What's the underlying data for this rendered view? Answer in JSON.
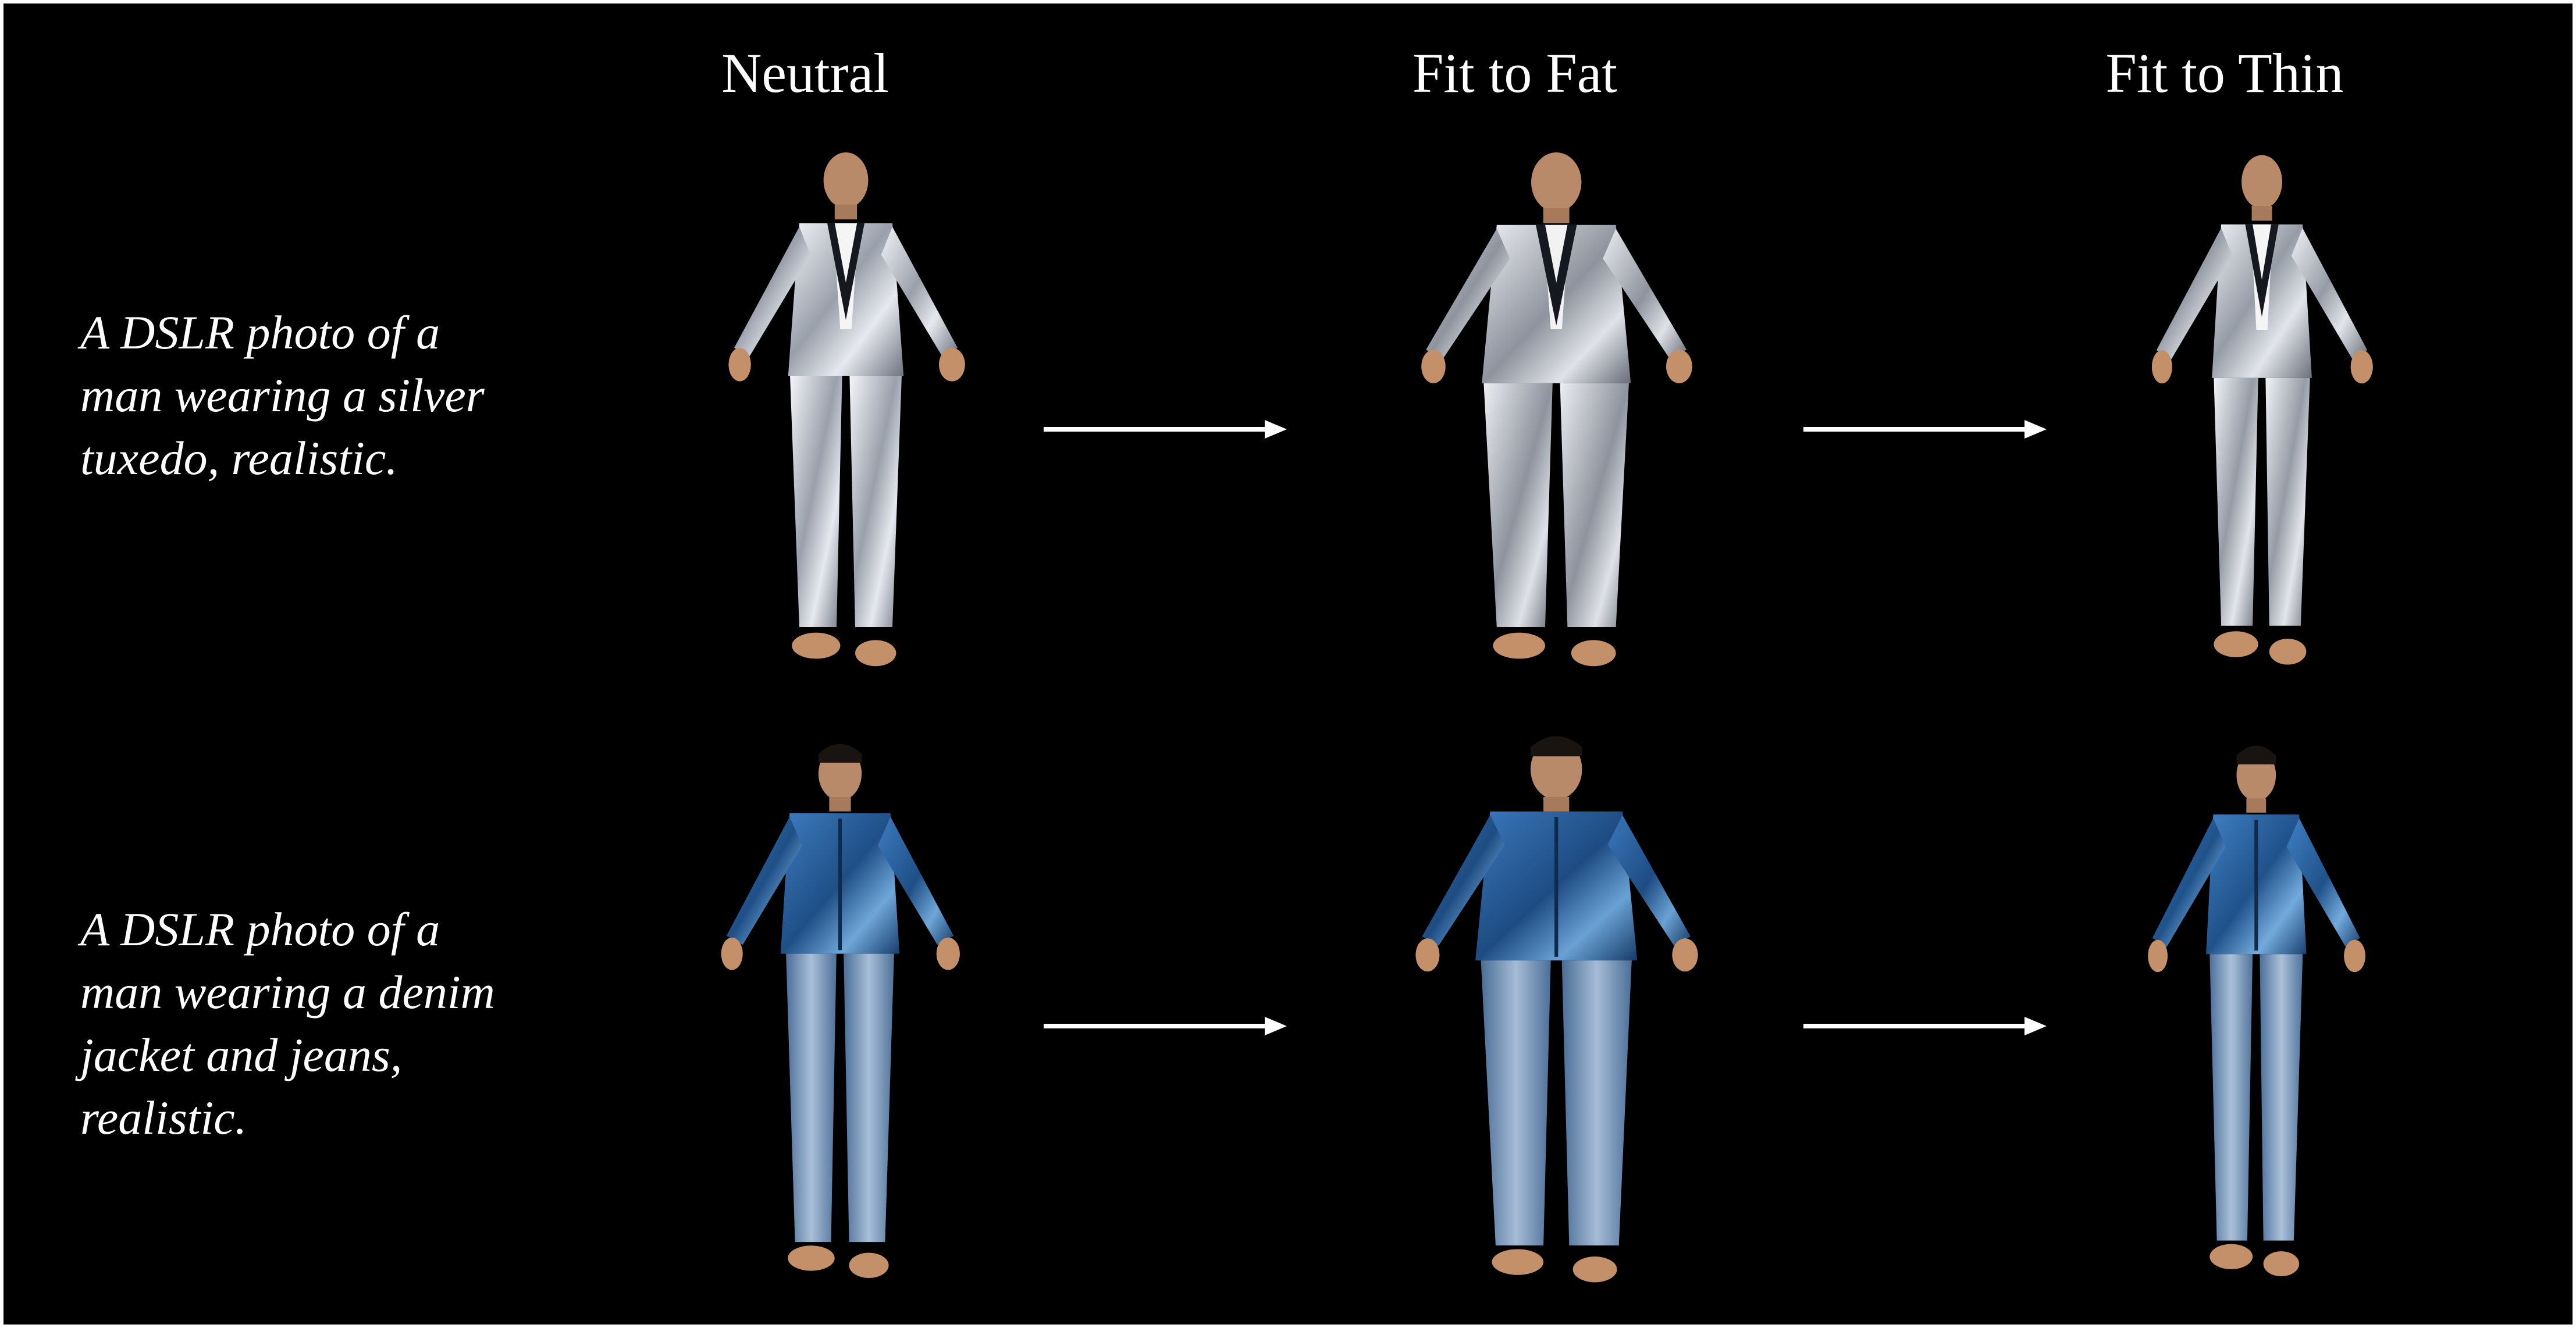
{
  "columns": [
    "Neutral",
    "Fit to Fat",
    "Fit to Thin"
  ],
  "rows": [
    {
      "prompt": "A DSLR photo of a\nman wearing a silver\ntuxedo, realistic.",
      "outfit": "silver-tuxedo"
    },
    {
      "prompt": "A DSLR photo of a\nman wearing a denim\njacket and jeans,\nrealistic.",
      "outfit": "denim-jacket-jeans"
    }
  ],
  "icons": [
    "right-arrow-icon"
  ],
  "colors": {
    "background": "#000000",
    "text": "#ffffff",
    "silver_suit": "#c9ccd2",
    "denim_jacket": "#2f6aa8",
    "denim_jeans": "#6f8fb5",
    "skin": "#c4906a"
  }
}
